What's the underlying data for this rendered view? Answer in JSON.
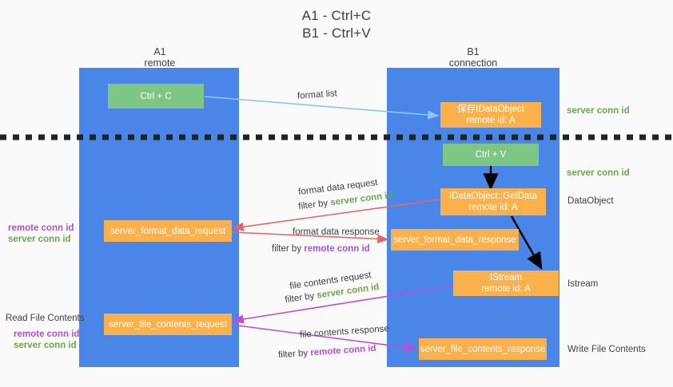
{
  "title": {
    "line1": "A1 - Ctrl+C",
    "line2": "B1 - Ctrl+V"
  },
  "columns": {
    "left": {
      "name": "A1",
      "role": "remote"
    },
    "right": {
      "name": "B1",
      "role": "connection"
    }
  },
  "boxes": {
    "ctrl_c": {
      "label": "Ctrl + C",
      "color": "#7dc683"
    },
    "save_idataobject": {
      "line1": "保存IDataObject",
      "line2": "remote id: A",
      "color": "#fbb14b"
    },
    "ctrl_v": {
      "label": "Ctrl + V",
      "color": "#7dc683"
    },
    "getdata": {
      "line1": "IDataObject::GetData",
      "line2": "remote id: A",
      "color": "#fbb14b"
    },
    "istream": {
      "line1": "IStream",
      "line2": "remote id: A",
      "color": "#fbb14b"
    },
    "server_format_data_request": {
      "label": "server_format_data_request",
      "color": "#fbb14b"
    },
    "server_format_data_response": {
      "label": "server_format_data_response",
      "color": "#fbb14b"
    },
    "server_file_contents_request": {
      "label": "server_file_contents_request",
      "color": "#fbb14b"
    },
    "server_file_contents_response": {
      "label": "server_file_contents_response",
      "color": "#fbb14b"
    }
  },
  "right_labels": {
    "server_conn_id_1": "server conn id",
    "server_conn_id_2": "server conn id",
    "dataobject": "DataObject",
    "istream": "Istream",
    "write_file_contents": "Write File Contents"
  },
  "left_labels": {
    "remote_conn_id_1": "remote conn id",
    "server_conn_id_1": "server conn id",
    "read_file_contents": "Read File Contents",
    "remote_conn_id_2": "remote conn id",
    "server_conn_id_2": "server conn id"
  },
  "edge_labels": {
    "format_list": "format list",
    "format_data_request": "format data request",
    "format_data_request_filter_prefix": "filter by ",
    "format_data_request_filter_key": "server conn id",
    "format_data_response": "format data response",
    "format_data_response_filter_prefix": "filter by ",
    "format_data_response_filter_key": "remote conn id",
    "file_contents_request": "file contents request",
    "file_contents_request_filter_prefix": "filter by ",
    "file_contents_request_filter_key": "server conn id",
    "file_contents_response": "file contents response",
    "file_contents_response_filter_prefix": "filter by ",
    "file_contents_response_filter_key": "remote conn id"
  },
  "colors": {
    "lane": "#4a86e8",
    "green_box": "#7dc683",
    "orange_box": "#fbb14b",
    "green_text": "#6aa84f",
    "purple_text": "#b24fd6",
    "arrow_light_blue": "#8ec5ee",
    "arrow_red": "#e8655f",
    "arrow_magenta": "#c14ad4",
    "arrow_black": "#000000",
    "divider": "#222222",
    "background": "#fafafa"
  }
}
